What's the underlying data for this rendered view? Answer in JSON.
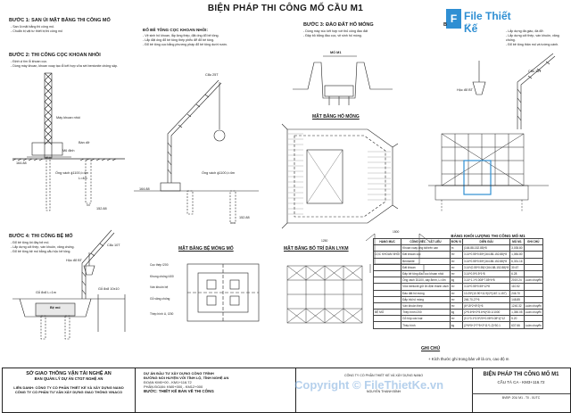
{
  "title": "BIỆN PHÁP THI CÔNG MỐ CẦU M1",
  "logo": {
    "mark": "F",
    "name": "File Thiết Kế",
    "domain": ".vn"
  },
  "steps": {
    "s1": {
      "title": "BƯỚC 1: SAN ỦI MẶT BẰNG THI CÔNG MỐ",
      "notes": [
        "- San ủi mặt bằng thi công mố.",
        "- Chuẩn bị vật tư thiết bị thi công mố"
      ]
    },
    "s2": {
      "title": "BƯỚC 2: THI CÔNG CỌC KHOAN NHỒI",
      "notes": [
        "- Định vị tim lỗ khoan cọc.",
        "- Dùng máy khoan, khoan xoay tạo lỗ kết hợp vữa sét bentonite chống sập."
      ]
    },
    "s3": {
      "title": "BƯỚC 3: ĐÀO ĐẤT HỐ MÓNG",
      "notes": [
        "- Dùng máy xúc kết hợp với thủ công đào đất",
        "- Đập bỏ bằng đầu cọc, vệ sinh hố móng."
      ]
    },
    "s4": {
      "title": "BƯỚC 4: THI CÔNG BỆ MỐ",
      "notes": [
        "- Đổ bê tông lót đáy bệ mố.",
        "- Lắp dựng cốt thép, ván khuôn, văng chống.",
        "- Đổ bê tông bệ mố bằng cẩu hộc bê tông."
      ]
    },
    "s5": {
      "title": "B",
      "notes": [
        "- Lắp dựng đà giáo, đà đỡ.",
        "- Lắp dựng cốt thép, ván khuôn, văng chống.",
        "- Đổ bê tông thân mố và tường cánh."
      ]
    },
    "dobt": {
      "title": "ĐỔ BÊ TÔNG CỌC KHOAN NHỒI:",
      "notes": [
        "- Vệ sinh hố khoan, lắp lồng thép, đặt ống đổ bê tông.",
        "- Lắp đặt ống đổ bê tông thép phễu để đổ bê tông.",
        "- Đổ bê tông cọc bằng phương pháp đổ bê tông dưới nước."
      ]
    }
  },
  "labels": {
    "crane": "Cẩu 25T",
    "crane2": "Cẩu 16T",
    "crane3": "Cẩu 10T",
    "rig": "Máy khoan nhồi",
    "table": "Bàn dỡ",
    "flag": "Mũ định",
    "pipe1": "Ống vách ϕ1100,l=4m",
    "pipe2": "Ống vách ϕ1100,l=4m",
    "l1": "L=4m",
    "elev1": "164.88",
    "elev2": "152.88",
    "bucket": "Hộc đổ BT",
    "mo1": "MỐ M1",
    "plan_pit": "MẶT BẰNG HỐ MÓNG",
    "plan_base": "MẶT BẰNG BỆ MÓNG MỐ",
    "plan_sheet": "MẶT BẰNG BỐ TRÍ DÀN LYKM",
    "cw": "Cọc thép I200",
    "kc": "Khung chống I400",
    "sp": "Ván khuôn bệ",
    "ln": "Gỗ văng chống",
    "tc": "Thép hình U, I200",
    "r1": "Gỗ 8x8 L=1m",
    "r2": "Gỗ 8x8 10x10",
    "r3": "Bệ mố",
    "ghi_chu": "GHI CHÚ",
    "gc1": "+ Kích thước ghi trong bản vẽ là cm, cao độ m",
    "dim1": "1250",
    "dim2": "1500"
  },
  "vol_table": {
    "title": "BẢNG KHỐI LƯỢNG THI CÔNG MỐ M1",
    "headers": [
      "HẠNG MỤC",
      "CÔNG VIỆC - VẬT LIỆU",
      "ĐƠN VỊ",
      "DIỄN GIẢI",
      "MỐ M1",
      "GHI CHÚ"
    ],
    "group": "KHỐI LƯỢNG",
    "rows": [
      [
        "",
        "Khoan xoay ống tất trên cạn",
        "m",
        "(164.88-152.88)*8",
        "3,035.80",
        ""
      ],
      [
        "",
        "Đất khoan cọc",
        "m³",
        "3.14*0.55*0.55*(164.88-152.88)*8",
        "1,084.80",
        ""
      ],
      [
        "",
        "Bentonite",
        "m³",
        "3.14*0.55*0.55*(164.88-152.88)*8",
        "6,331.16",
        ""
      ],
      [
        "",
        "Đất khoan",
        "m³",
        "3.14*(0.55*0.55)*(164.88-152.88)*8",
        "30.67",
        ""
      ],
      [
        "",
        "Đập bê tông đầu cọc khoan nhồi",
        "m³",
        "3.14*0.5*0.5*1*8",
        "6.28",
        ""
      ],
      [
        "",
        "Ống vách D1100, dày 8mm, L=4m",
        "kg",
        "3.14*1.1*0.008*7.85*4*8",
        "2019.24",
        "Luân chuyển"
      ],
      [
        "",
        "Vữa bentonit giữ ổn định thành vách",
        "m³",
        "3.14*0.55*0.55*12*8",
        "110.52",
        ""
      ],
      [
        "",
        "Đào đất hố móng",
        "m³",
        "10.25*(10.90+11.9)/2*(167.1-157)",
        "246.70",
        ""
      ],
      [
        "",
        "Đắp trả hố móng",
        "m³",
        "246.70-27*6",
        "148.85",
        ""
      ],
      [
        "",
        "Ván khuôn thép",
        "m²",
        "(6*15*2+8*2)*6",
        "1240.32",
        "Luân chuyển"
      ],
      [
        "",
        "Thép hình I200",
        "kg",
        "(2*5.6*6+2*5.6*6)*30.1/1000",
        "1,350.05",
        "Luân chuyển"
      ],
      [
        "",
        "Gỗ hộp các loại",
        "m³",
        "(0.1*0.1*3.5*20+0.08*0.08*1)*12",
        "5.20",
        ""
      ],
      [
        "",
        "Thép hình",
        "kg",
        "(2*6*5+2*7*5+2*11*1.2)*30.1",
        "637.66",
        "Luân chuyển"
      ]
    ],
    "side_labels": [
      "CỌC KHOAN NHỒI",
      "BỆ MỐ"
    ]
  },
  "title_block": {
    "org1": "SỞ GIAO THÔNG VẬN TẢI NGHỆ AN",
    "org2": "BAN QUẢN LÝ DỰ ÁN CTGT NGHỆ AN",
    "org3": "LIÊN DANH: CÔNG TY CỔ PHẦN THIẾT KẾ VÀ XÂY DỰNG NANO",
    "org4": "CÔNG TY CỔ PHẦN TƯ VẤN XÂY DỰNG GIAO THÔNG VINACO",
    "proj1": "DỰ ÁN ĐẦU TƯ XÂY DỰNG CÔNG TRÌNH",
    "proj2": "ĐƯỜNG NỐI HUYỆN VỚI TỈNH LỘ, TỈNH NGHỆ AN",
    "proj3": "ĐOẠN KM0+00 - KM1+116.72",
    "proj4": "PHẦN ĐOẠN: KM0+000 - KM12+000",
    "proj5": "BƯỚC: THIẾT KẾ BẢN VẼ THI CÔNG",
    "drawing1": "BIỆN PHÁP THI CÔNG MỐ M1",
    "drawing2": "CẦU TÀ CA - KM3+116.72",
    "company": "CÔNG TY CỔ PHẦN THIẾT KẾ VÀ XÂY DỰNG NANO",
    "signer": "NGUYỄN THANH BÌNH",
    "sheet": "BVBP: 201/ M1 - T0 - 01/TC"
  },
  "watermark": "Copyright © FileThietKe.vn"
}
